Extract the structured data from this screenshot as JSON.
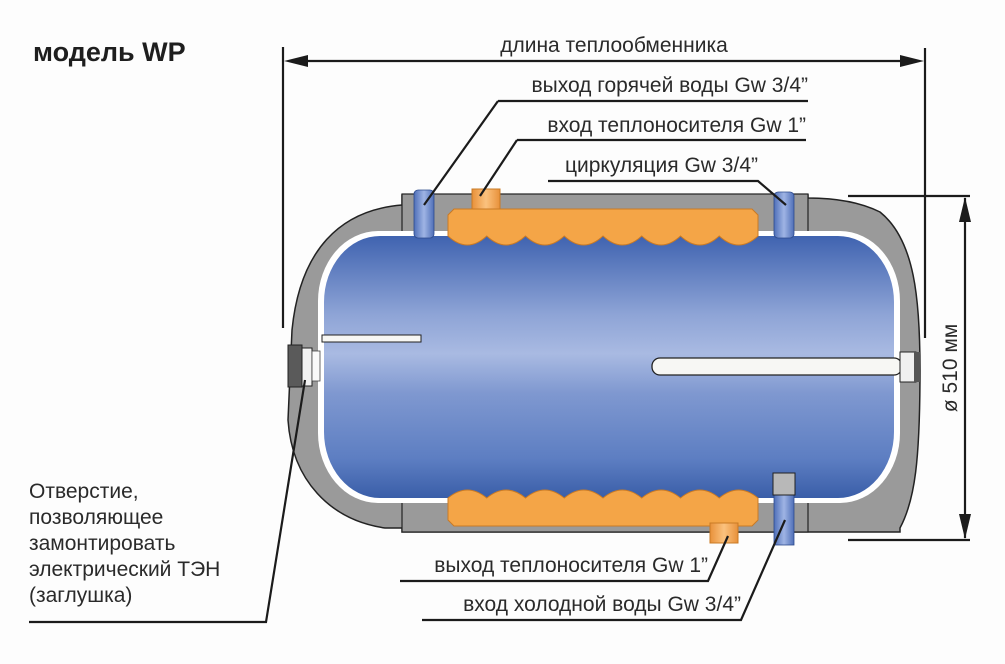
{
  "title": "модель WP",
  "dimensions": {
    "length_label": "длина теплообменника",
    "diameter_label": "ø 510 мм"
  },
  "callouts": {
    "hot_water_out": "выход горячей воды Gw 3/4”",
    "heat_carrier_in": "вход теплоносителя Gw 1”",
    "circulation": "циркуляция Gw 3/4”",
    "heat_carrier_out": "выход теплоносителя Gw 1”",
    "cold_water_in": "вход холодной воды Gw 3/4”",
    "heater_hole": [
      "Отверстие,",
      "позволяющее",
      "замонтировать",
      "электрический ТЭН",
      "(заглушка)"
    ]
  },
  "colors": {
    "tank_blue_dark": "#3f63b0",
    "tank_blue_light": "#9fb3de",
    "insulation_gray": "#9a9a9a",
    "exchanger_orange": "#f4a547",
    "pipe_blue": "#6f8fd0",
    "line": "#1b1b1b"
  }
}
